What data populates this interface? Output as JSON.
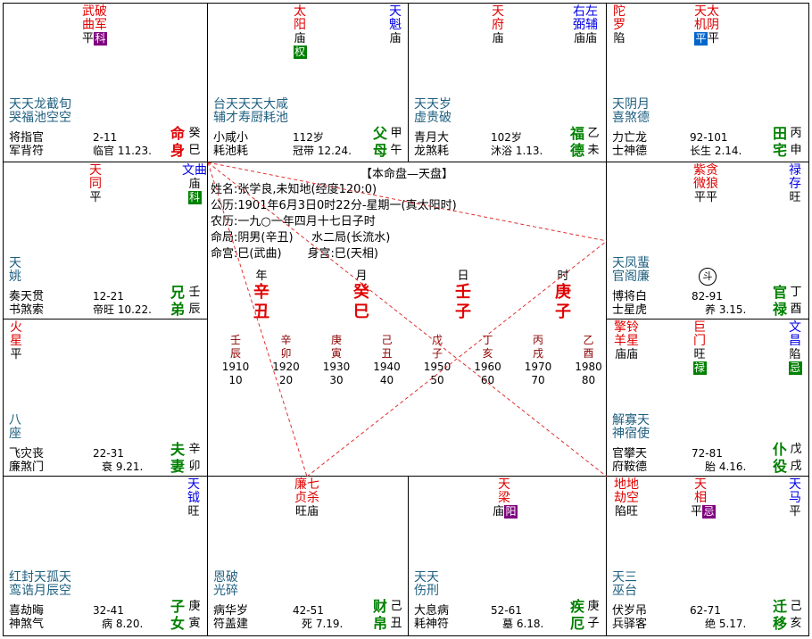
{
  "chart_title": "【本命盘—天盘】",
  "info": {
    "line1": "姓名:张学良,未知地(经度120:0)",
    "line2": "公历:1901年6月3日0时22分-星期一(真太阳时)",
    "line3": "农历:一九○一年四月十七日子时",
    "line4": "命局:阴男(辛丑)     水二局(长流水)",
    "line5": "命宫:巳(武曲)       身宫:巳(天相)"
  },
  "pillars": [
    {
      "label": "年",
      "stem": "辛",
      "branch": "丑"
    },
    {
      "label": "月",
      "stem": "癸",
      "branch": "巳"
    },
    {
      "label": "日",
      "stem": "壬",
      "branch": "子"
    },
    {
      "label": "时",
      "stem": "庚",
      "branch": "子"
    }
  ],
  "decades": [
    {
      "stem": "壬",
      "branch": "辰",
      "year": "1910",
      "age": "10"
    },
    {
      "stem": "辛",
      "branch": "卯",
      "year": "1920",
      "age": "20"
    },
    {
      "stem": "庚",
      "branch": "寅",
      "year": "1930",
      "age": "30"
    },
    {
      "stem": "己",
      "branch": "丑",
      "year": "1940",
      "age": "40"
    },
    {
      "stem": "戊",
      "branch": "子",
      "year": "1950",
      "age": "50"
    },
    {
      "stem": "丁",
      "branch": "亥",
      "year": "1960",
      "age": "60"
    },
    {
      "stem": "丙",
      "branch": "戌",
      "year": "1970",
      "age": "70"
    },
    {
      "stem": "乙",
      "branch": "酉",
      "year": "1980",
      "age": "80"
    }
  ],
  "dou_symbol": "斗",
  "cells": {
    "si": {
      "stars_red": "武破",
      "stars_red2": "曲军",
      "bright": "平",
      "badge": "科",
      "minor1": "天天龙截旬",
      "minor2": "哭福池空空",
      "gods1": "将指官",
      "gods2": "军背符",
      "age": "2-11",
      "stage": "临官 11.23.",
      "palace1": "命",
      "palace2": "身",
      "stem": "癸",
      "branch": "巳"
    },
    "wu": {
      "star_a1": "太",
      "star_a2": "阳",
      "bright_a": "庙",
      "badge_a": "权",
      "star_b1": "天",
      "star_b2": "魁",
      "bright_b": "庙",
      "minor1": "台天天天大咸",
      "minor2": "辅才寿厨耗池",
      "gods1": "小咸小",
      "gods2": "耗池耗",
      "age": "112岁",
      "stage": "冠带 12.24.",
      "palace1": "父",
      "palace2": "母",
      "stem": "甲",
      "branch": "午"
    },
    "wei": {
      "star_a1": "天",
      "star_a2": "府",
      "bright_a": "庙",
      "star_b1": "右左",
      "star_b2": "弼辅",
      "bright_b": "庙庙",
      "minor1": "天天岁",
      "minor2": "虚贵破",
      "gods1": "青月大",
      "gods2": "龙煞耗",
      "age": "102岁",
      "stage": "沐浴 1.13.",
      "palace1": "福",
      "palace2": "德",
      "stem": "乙",
      "branch": "未"
    },
    "shen": {
      "star_a1": "陀",
      "star_a2": "罗",
      "bright_a": "陷",
      "star_b1": "天太",
      "star_b2": "机阴",
      "badge_b": "平",
      "bright_b": "平",
      "minor1": "天阴月",
      "minor2": "喜煞德",
      "gods1": "力亡龙",
      "gods2": "士神德",
      "age": "92-101",
      "stage": "长生 2.14.",
      "palace1": "田",
      "palace2": "宅",
      "stem": "丙",
      "branch": "申"
    },
    "chen": {
      "star_a1": "天",
      "star_a2": "同",
      "bright_a": "平",
      "star_b1": "文曲",
      "bright_b": "庙",
      "badge_b": "科",
      "minor1": "天",
      "minor2": "姚",
      "gods1": "奏天贯",
      "gods2": "书煞索",
      "age": "12-21",
      "stage": "帝旺 10.22.",
      "palace1": "兄",
      "palace2": "弟",
      "stem": "壬",
      "branch": "辰"
    },
    "you": {
      "star_a1": "紫贪",
      "star_a2": "微狼",
      "bright_a": "平平",
      "star_b1": "禄",
      "star_b2": "存",
      "bright_b": "旺",
      "minor1": "天凤蜚",
      "minor2": "官阁廉",
      "gods1": "博将白",
      "gods2": "士星虎",
      "age": "82-91",
      "stage": "养 3.15.",
      "palace1": "官",
      "palace2": "禄",
      "stem": "丁",
      "branch": "酉"
    },
    "mao": {
      "star_a1": "火",
      "star_a2": "星",
      "bright_a": "平",
      "minor1": "八",
      "minor2": "座",
      "gods1": "飞灾丧",
      "gods2": "廉煞门",
      "age": "22-31",
      "stage": "衰 9.21.",
      "palace1": "夫",
      "palace2": "妻",
      "stem": "辛",
      "branch": "卯"
    },
    "xu": {
      "star_a1": "擎铃",
      "star_a2": "羊星",
      "bright_a": "庙庙",
      "star_b1": "巨",
      "star_b2": "门",
      "bright_b": "旺",
      "badge_b": "禄",
      "star_c1": "文",
      "star_c2": "昌",
      "bright_c": "陷",
      "badge_c": "忌",
      "minor1": "解寡天",
      "minor2": "神宿使",
      "gods1": "官攀天",
      "gods2": "府鞍德",
      "age": "72-81",
      "stage": "胎 4.16.",
      "palace1": "仆",
      "palace2": "役",
      "stem": "戊",
      "branch": "戌"
    },
    "yin": {
      "star_b1": "天",
      "star_b2": "钺",
      "bright_b": "旺",
      "minor1": "红封天孤天",
      "minor2": "鸾诰月辰空",
      "gods1": "喜劫晦",
      "gods2": "神煞气",
      "age": "32-41",
      "stage": "病 8.20.",
      "palace1": "子",
      "palace2": "女",
      "stem": "庚",
      "branch": "寅"
    },
    "chou": {
      "star_a1": "廉七",
      "star_a2": "贞杀",
      "bright_a": "旺庙",
      "minor1": "恩破",
      "minor2": "光碎",
      "gods1": "病华岁",
      "gods2": "符盖建",
      "age": "42-51",
      "stage": "死 7.19.",
      "palace1": "财",
      "palace2": "帛",
      "stem": "己",
      "branch": "丑"
    },
    "zi": {
      "star_a1": "天",
      "star_a2": "梁",
      "bright_a": "庙",
      "badge_a": "阳",
      "minor1": "天天",
      "minor2": "伤刑",
      "gods1": "大息病",
      "gods2": "耗神符",
      "age": "52-61",
      "stage": "墓 6.18.",
      "palace1": "疾",
      "palace2": "厄",
      "stem": "庚",
      "branch": "子"
    },
    "hai": {
      "star_a1": "地地",
      "star_a2": "劫空",
      "bright_a": "陷旺",
      "star_b1": "天",
      "star_b2": "相",
      "bright_b": "平",
      "badge_b": "忌",
      "star_c1": "天",
      "star_c2": "马",
      "bright_c": "平",
      "minor1": "天三",
      "minor2": "巫台",
      "gods1": "伏岁吊",
      "gods2": "兵驿客",
      "age": "62-71",
      "stage": "绝 5.17.",
      "palace1": "迁",
      "palace2": "移",
      "stem": "己",
      "branch": "亥"
    }
  }
}
